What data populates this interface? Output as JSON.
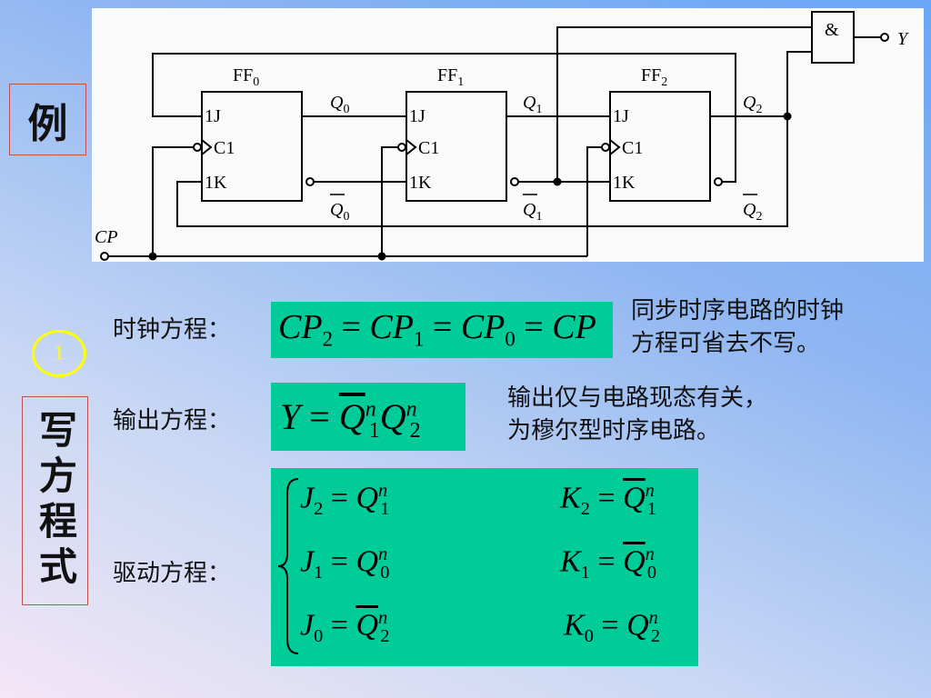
{
  "title_example": "例",
  "title_method": "写方程式",
  "step_number": "1",
  "circuit": {
    "ff_names": [
      "FF",
      "FF",
      "FF"
    ],
    "ff_subs": [
      "0",
      "1",
      "2"
    ],
    "j_label": "1J",
    "c_label": "C1",
    "k_label": "1K",
    "and_gate": "&",
    "output": "Y",
    "clock": "CP",
    "q": "Q",
    "q_subs": [
      "0",
      "1",
      "2"
    ]
  },
  "labels": {
    "clock_eq": "时钟方程：",
    "output_eq": "输出方程：",
    "drive_eq": "驱动方程："
  },
  "notes": {
    "clock_note": "同步时序电路的时钟\n方程可省去不写。",
    "output_note": "输出仅与电路现态有关，\n为穆尔型时序电路。"
  },
  "equations": {
    "clock_terms": [
      "CP",
      "CP",
      "CP",
      "CP"
    ],
    "clock_subs": [
      "2",
      "1",
      "0",
      ""
    ],
    "output_lhs": "Y",
    "j_name": "J",
    "k_name": "K",
    "q_name": "Q",
    "sup_n": "n",
    "eq_sign": "=",
    "drive_subs": [
      "2",
      "1",
      "0"
    ],
    "j_rhs_subs": [
      "1",
      "0",
      "2"
    ],
    "k_rhs_subs": [
      "1",
      "0",
      "2"
    ]
  },
  "colors": {
    "equation_box": "#00cc99",
    "step_circle": "#ffff00",
    "label_border": "#c0504d"
  }
}
